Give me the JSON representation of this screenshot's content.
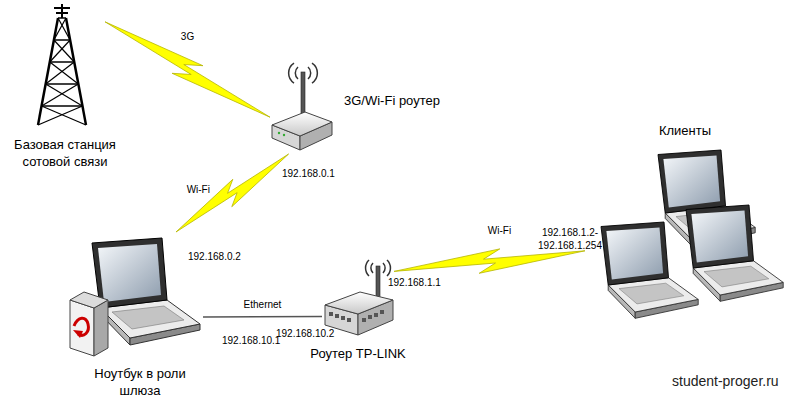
{
  "diagram": {
    "nodes": [
      {
        "text": [
          "Базовая станция сотовой связи"
        ]
      },
      {
        "text": [
          "3G/Wi-Fi роутер"
        ]
      },
      {
        "text": [
          "Ноутбук в роли шлюза"
        ]
      },
      {
        "text": [
          "Роутер TP-LINK"
        ]
      },
      {
        "text": [
          "Клиенты"
        ]
      }
    ],
    "edges": [
      {
        "from": 0,
        "to": 1,
        "label": "3G",
        "arrow": "none"
      },
      {
        "from": 1,
        "to": 2,
        "label": "Wi-Fi",
        "arrow": "none"
      },
      {
        "from": 2,
        "to": 3,
        "label": "Ethernet",
        "arrow": "none"
      },
      {
        "from": 3,
        "to": 4,
        "label": "Wi-Fi",
        "arrow": "none"
      }
    ],
    "labels": [
      "192.168.0.1",
      "192.168.0.2",
      "192.168.10.1",
      "192.168.10.2",
      "192.168.1.1",
      "192.168.1.2- 192.168.1.254",
      "student-proger.ru"
    ]
  }
}
